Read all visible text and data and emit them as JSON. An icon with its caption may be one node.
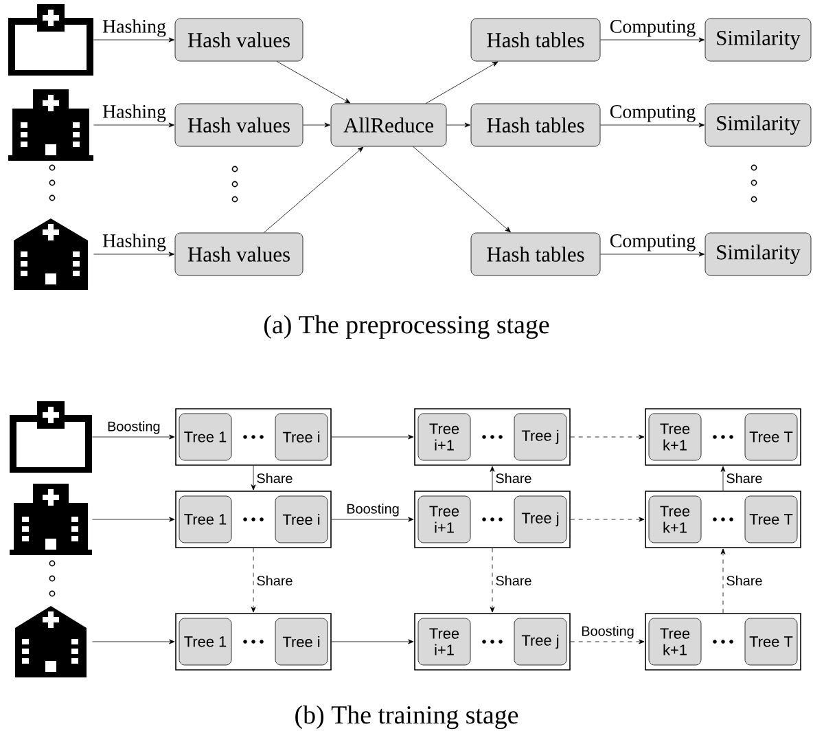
{
  "diagram": {
    "nodes": [
      {
        "text": [],
        "shape": "picture"
      },
      {
        "text": [],
        "shape": "picture"
      },
      {
        "text": [],
        "shape": "picture"
      },
      {
        "text": [
          "Hash values"
        ]
      },
      {
        "text": [
          "Hash values"
        ]
      },
      {
        "text": [
          "Hash values"
        ]
      },
      {
        "text": [
          "AllReduce"
        ]
      },
      {
        "text": [
          "Hash tables"
        ]
      },
      {
        "text": [
          "Hash tables"
        ]
      },
      {
        "text": [
          "Hash tables"
        ]
      },
      {
        "text": [
          "Similarity"
        ]
      },
      {
        "text": [
          "Similarity"
        ]
      },
      {
        "text": [
          "Similarity"
        ]
      },
      {
        "text": [],
        "shape": "picture"
      },
      {
        "text": [],
        "shape": "box"
      },
      {
        "text": [
          "Tree 1"
        ],
        "in": 14
      },
      {
        "text": [
          "Tree i"
        ],
        "in": 14
      },
      {
        "text": [],
        "shape": "box"
      },
      {
        "text": [
          "Tree i+1"
        ],
        "in": 17
      },
      {
        "text": [
          "Tree j"
        ],
        "in": 17
      },
      {
        "text": [],
        "shape": "box"
      },
      {
        "text": [
          "Tree k+1"
        ],
        "in": 20
      },
      {
        "text": [
          "Tree T"
        ],
        "in": 20
      },
      {
        "text": [],
        "shape": "picture"
      },
      {
        "text": [],
        "shape": "box"
      },
      {
        "text": [
          "Tree 1"
        ],
        "in": 24
      },
      {
        "text": [
          "Tree i"
        ],
        "in": 24
      },
      {
        "text": [],
        "shape": "box"
      },
      {
        "text": [
          "Tree i+1"
        ],
        "in": 27
      },
      {
        "text": [
          "Tree j"
        ],
        "in": 27
      },
      {
        "text": [],
        "shape": "box"
      },
      {
        "text": [
          "Tree k+1"
        ],
        "in": 30
      },
      {
        "text": [
          "Tree T"
        ],
        "in": 30
      },
      {
        "text": [],
        "shape": "picture"
      },
      {
        "text": [],
        "shape": "box"
      },
      {
        "text": [
          "Tree 1"
        ],
        "in": 34
      },
      {
        "text": [
          "Tree i"
        ],
        "in": 34
      },
      {
        "text": [],
        "shape": "box"
      },
      {
        "text": [
          "Tree i+1"
        ],
        "in": 37
      },
      {
        "text": [
          "Tree j"
        ],
        "in": 37
      },
      {
        "text": [],
        "shape": "box"
      },
      {
        "text": [
          "Tree k+1"
        ],
        "in": 40
      },
      {
        "text": [
          "Tree T"
        ],
        "in": 40
      }
    ],
    "edges": [
      {
        "from": 0,
        "to": 3,
        "arrow": "to",
        "label": "Hashing"
      },
      {
        "from": 1,
        "to": 4,
        "arrow": "to",
        "label": "Hashing"
      },
      {
        "from": 2,
        "to": 5,
        "arrow": "to",
        "label": "Hashing"
      },
      {
        "from": 3,
        "to": 6,
        "arrow": "to"
      },
      {
        "from": 4,
        "to": 6,
        "arrow": "to"
      },
      {
        "from": 5,
        "to": 6,
        "arrow": "to"
      },
      {
        "from": 6,
        "to": 7,
        "arrow": "to"
      },
      {
        "from": 6,
        "to": 8,
        "arrow": "to"
      },
      {
        "from": 6,
        "to": 9,
        "arrow": "to"
      },
      {
        "from": 7,
        "to": 10,
        "arrow": "to",
        "label": "Computing"
      },
      {
        "from": 8,
        "to": 11,
        "arrow": "to",
        "label": "Computing"
      },
      {
        "from": 9,
        "to": 12,
        "arrow": "to",
        "label": "Computing"
      },
      {
        "from": 13,
        "to": 14,
        "arrow": "to",
        "label": "Boosting"
      },
      {
        "from": 14,
        "to": 17,
        "arrow": "to"
      },
      {
        "from": 17,
        "to": 20,
        "arrow": "to",
        "style": "dashed"
      },
      {
        "from": 14,
        "to": 24,
        "arrow": "to",
        "label": "Share"
      },
      {
        "from": 23,
        "to": 24,
        "arrow": "to"
      },
      {
        "from": 24,
        "to": 27,
        "arrow": "to",
        "label": "Boosting"
      },
      {
        "from": 27,
        "to": 30,
        "arrow": "to",
        "style": "dashed"
      },
      {
        "from": 27,
        "to": 17,
        "arrow": "to",
        "label": "Share"
      },
      {
        "from": 24,
        "to": 34,
        "arrow": "to",
        "label": "Share",
        "style": "dashed"
      },
      {
        "from": 27,
        "to": 37,
        "arrow": "to",
        "label": "Share",
        "style": "dashed"
      },
      {
        "from": 30,
        "to": 20,
        "arrow": "to",
        "label": "Share"
      },
      {
        "from": 33,
        "to": 34,
        "arrow": "to"
      },
      {
        "from": 34,
        "to": 37,
        "arrow": "to"
      },
      {
        "from": 37,
        "to": 40,
        "arrow": "to",
        "label": "Boosting",
        "style": "dashed"
      },
      {
        "from": 40,
        "to": 30,
        "arrow": "to",
        "label": "Share",
        "style": "dashed"
      }
    ],
    "labels": [
      "(a) The preprocessing stage",
      "(b) The training stage"
    ]
  }
}
